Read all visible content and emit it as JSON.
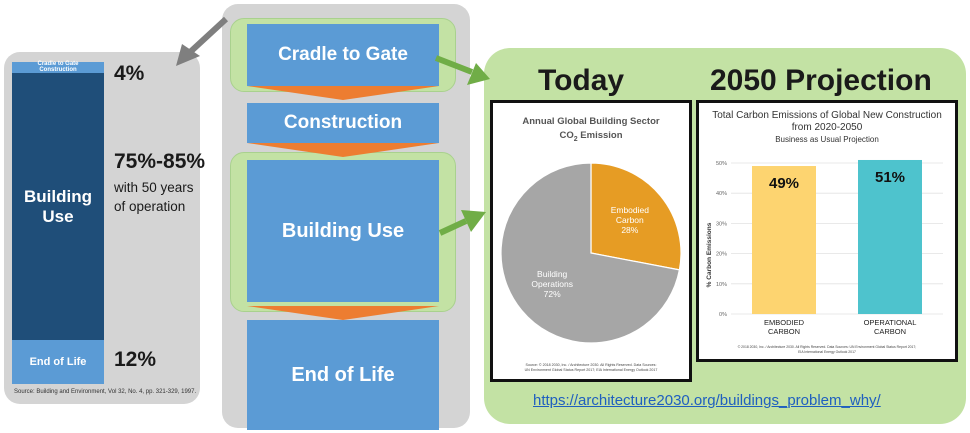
{
  "left": {
    "segments": {
      "cradle": "Cradle to Gate",
      "construction": "Construction",
      "building_use": "Building Use",
      "end_of_life": "End of Life"
    },
    "percents": {
      "cradle_constr": "4%",
      "building_use": "75%-85%",
      "building_use_note": "with 50 years of operation",
      "end_of_life": "12%"
    },
    "source": "Source: Building and Environment, Vol 32, No. 4, pp. 321-329, 1997."
  },
  "stages": {
    "cradle": "Cradle to Gate",
    "construction": "Construction",
    "building_use": "Building Use",
    "end_of_life": "End of Life"
  },
  "right": {
    "today_heading": "Today",
    "projection_heading": "2050 Projection",
    "link": "https://architecture2030.org/buildings_problem_why/"
  },
  "chart_data": [
    {
      "type": "pie",
      "title": "Annual Global Building Sector",
      "subtitle_pre": "CO",
      "subtitle_sub": "2",
      "subtitle_post": " Emission",
      "slices": [
        {
          "label": "Embodied",
          "label2": "Carbon",
          "value": 28,
          "value_label": "28%",
          "color": "#e69c24"
        },
        {
          "label": "Building",
          "label2": "Operations",
          "value": 72,
          "value_label": "72%",
          "color": "#a6a6a6"
        }
      ],
      "source_line1": "Source: © 2018 2030, Inc. / Architecture 2030. All Rights Reserved. Data Sources:",
      "source_line2": "UN Environment Global Status Report 2017; EIA International Energy Outlook 2017"
    },
    {
      "type": "bar",
      "title_line1": "Total Carbon Emissions of Global New Construction",
      "title_line2": "from 2020-2050",
      "subtitle": "Business as Usual Projection",
      "ylabel": "% Carbon Emissions",
      "ylim": [
        0,
        50
      ],
      "yticks": [
        0,
        10,
        20,
        30,
        40,
        50
      ],
      "ytick_labels": [
        "0%",
        "10%",
        "20%",
        "30%",
        "40%",
        "50%"
      ],
      "categories": [
        {
          "line1": "EMBODIED",
          "line2": "CARBON"
        },
        {
          "line1": "OPERATIONAL",
          "line2": "CARBON"
        }
      ],
      "values": [
        49,
        51
      ],
      "value_labels": [
        "49%",
        "51%"
      ],
      "colors": [
        "#fdd470",
        "#4ec3cd"
      ],
      "source_line1": "© 2018 2030, Inc. / Architecture 2030. All Rights Reserved. Data Sources: UN Environment Global Status Report 2017;",
      "source_line2": "EIA International Energy Outlook 2017"
    }
  ]
}
